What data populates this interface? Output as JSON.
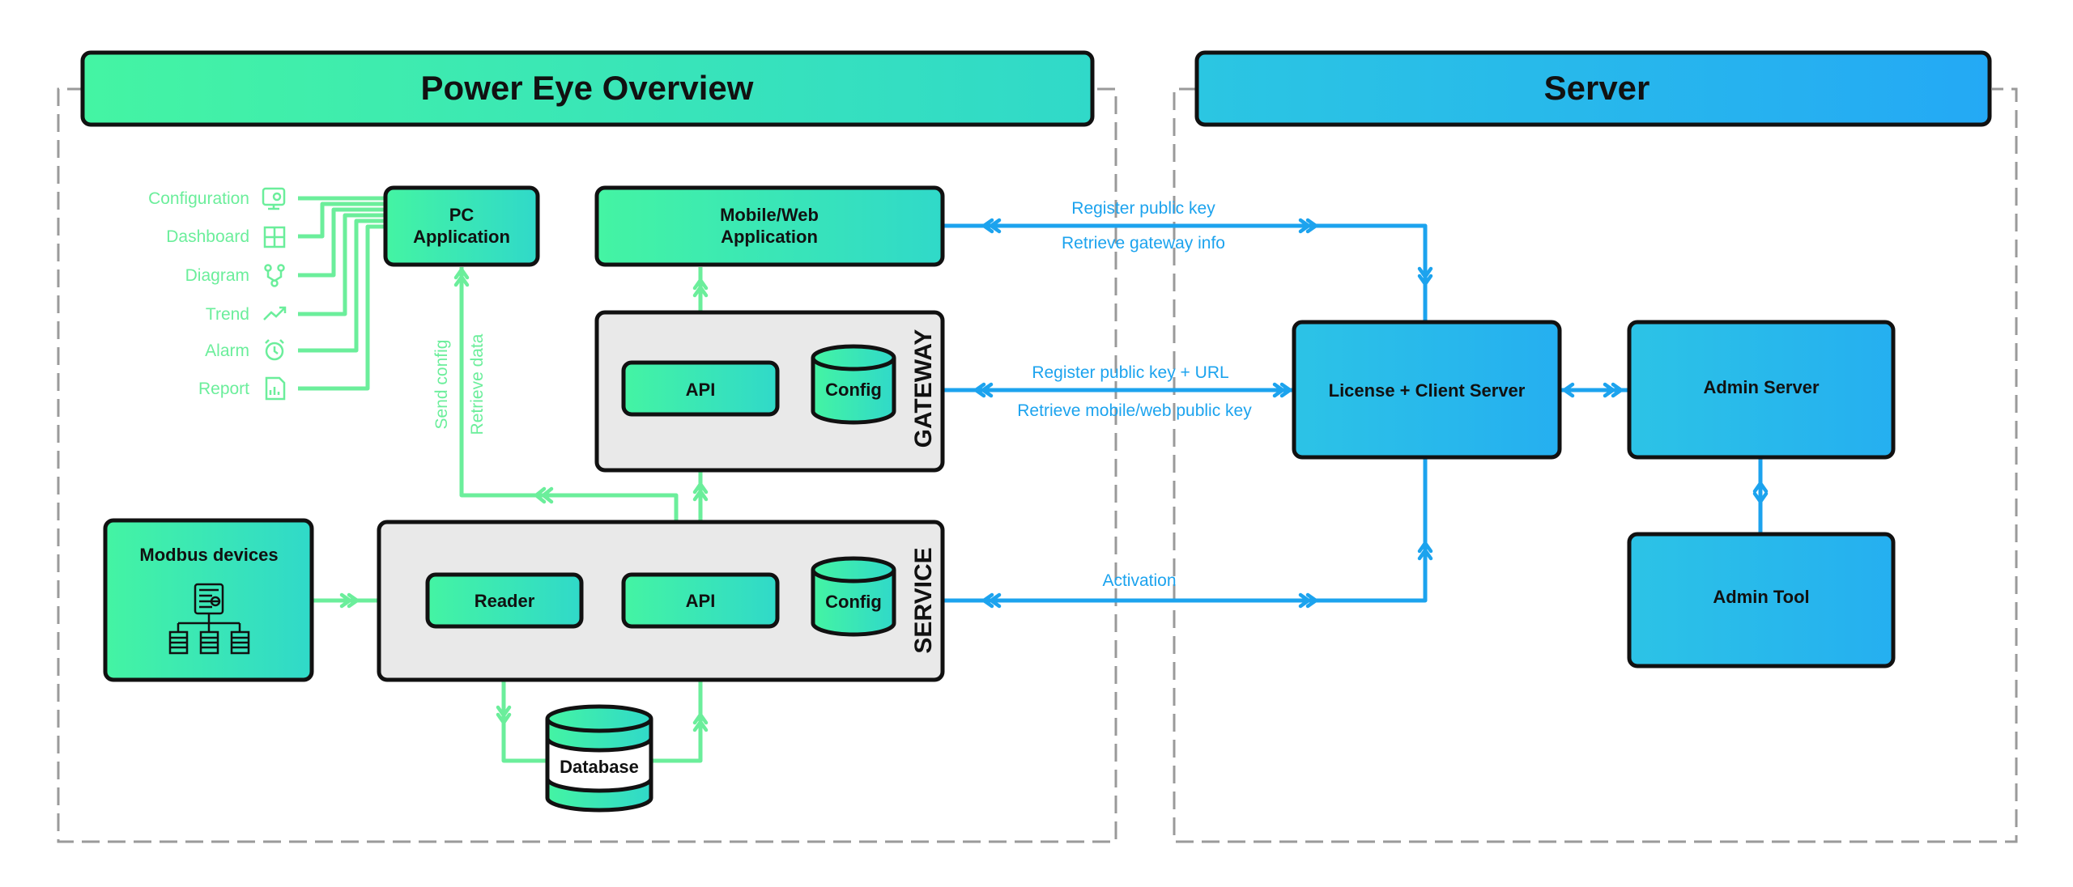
{
  "colors": {
    "green_start": "#44F4A3",
    "green_end": "#30D9C9",
    "blue_start": "#2BC6E2",
    "blue_end": "#24A9F5",
    "green_line": "#6BEE9B",
    "blue_line": "#1CA3EE",
    "panel_gray": "#E9E9E9",
    "border": "#111111",
    "dash": "#9A9A9A"
  },
  "sections": {
    "left_title": "Power Eye Overview",
    "right_title": "Server"
  },
  "pc_features": [
    {
      "label": "Configuration",
      "icon": "configuration-icon"
    },
    {
      "label": "Dashboard",
      "icon": "dashboard-icon"
    },
    {
      "label": "Diagram",
      "icon": "diagram-icon"
    },
    {
      "label": "Trend",
      "icon": "trend-icon"
    },
    {
      "label": "Alarm",
      "icon": "alarm-icon"
    },
    {
      "label": "Report",
      "icon": "report-icon"
    }
  ],
  "nodes": {
    "pc_app_line1": "PC",
    "pc_app_line2": "Application",
    "mobile_line1": "Mobile/Web",
    "mobile_line2": "Application",
    "gateway_label": "GATEWAY",
    "gateway_api": "API",
    "gateway_config": "Config",
    "service_label": "SERVICE",
    "service_reader": "Reader",
    "service_api": "API",
    "service_config": "Config",
    "modbus": "Modbus devices",
    "database": "Database",
    "license_server": "License + Client Server",
    "admin_server": "Admin Server",
    "admin_tool": "Admin Tool"
  },
  "edge_labels": {
    "register_key": "Register public key",
    "retrieve_gateway": "Retrieve gateway info",
    "register_key_url": "Register public key + URL",
    "retrieve_mobile_key": "Retrieve mobile/web public key",
    "activation": "Activation",
    "send_config": "Send config",
    "retrieve_data": "Retrieve data"
  }
}
